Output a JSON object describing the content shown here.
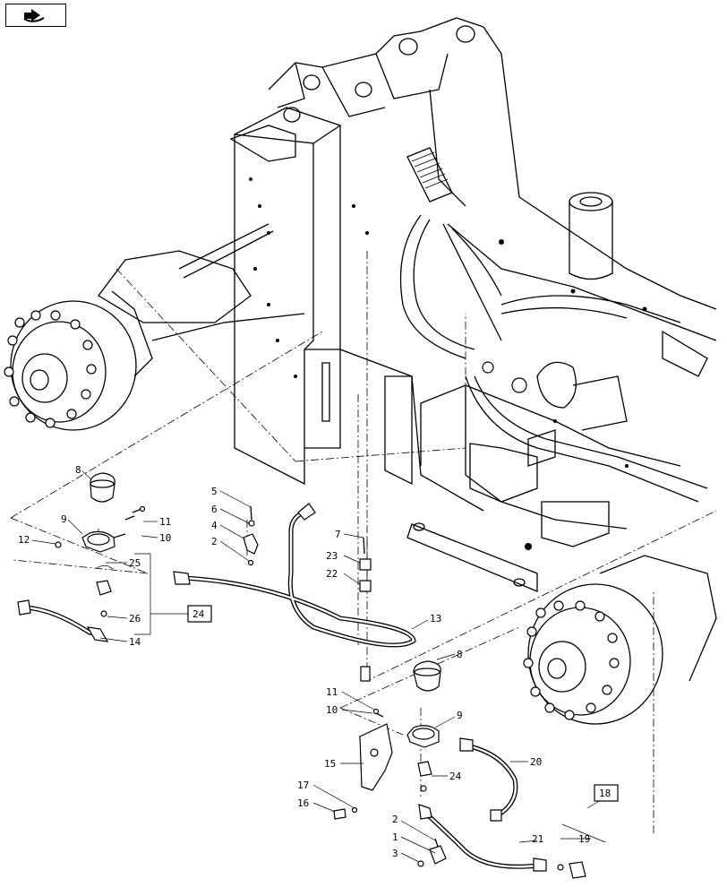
{
  "nav_icon": "page-turn-arrow-icon",
  "callouts": [
    {
      "id": "c8a",
      "text": "8"
    },
    {
      "id": "c9a",
      "text": "9"
    },
    {
      "id": "c11a",
      "text": "11"
    },
    {
      "id": "c10a",
      "text": "10"
    },
    {
      "id": "c12",
      "text": "12"
    },
    {
      "id": "c25",
      "text": "25"
    },
    {
      "id": "c26",
      "text": "26"
    },
    {
      "id": "c14",
      "text": "14"
    },
    {
      "id": "c24box",
      "text": "24"
    },
    {
      "id": "c5",
      "text": "5"
    },
    {
      "id": "c6",
      "text": "6"
    },
    {
      "id": "c4",
      "text": "4"
    },
    {
      "id": "c2a",
      "text": "2"
    },
    {
      "id": "c7",
      "text": "7"
    },
    {
      "id": "c23",
      "text": "23"
    },
    {
      "id": "c22",
      "text": "22"
    },
    {
      "id": "c13",
      "text": "13"
    },
    {
      "id": "c8b",
      "text": "8"
    },
    {
      "id": "c11b",
      "text": "11"
    },
    {
      "id": "c10b",
      "text": "10"
    },
    {
      "id": "c9b",
      "text": "9"
    },
    {
      "id": "c15",
      "text": "15"
    },
    {
      "id": "c24",
      "text": "24"
    },
    {
      "id": "c20",
      "text": "20"
    },
    {
      "id": "c17",
      "text": "17"
    },
    {
      "id": "c16",
      "text": "16"
    },
    {
      "id": "c2b",
      "text": "2"
    },
    {
      "id": "c1",
      "text": "1"
    },
    {
      "id": "c3",
      "text": "3"
    },
    {
      "id": "c21",
      "text": "21"
    },
    {
      "id": "c18box",
      "text": "18"
    },
    {
      "id": "c19",
      "text": "19"
    }
  ]
}
